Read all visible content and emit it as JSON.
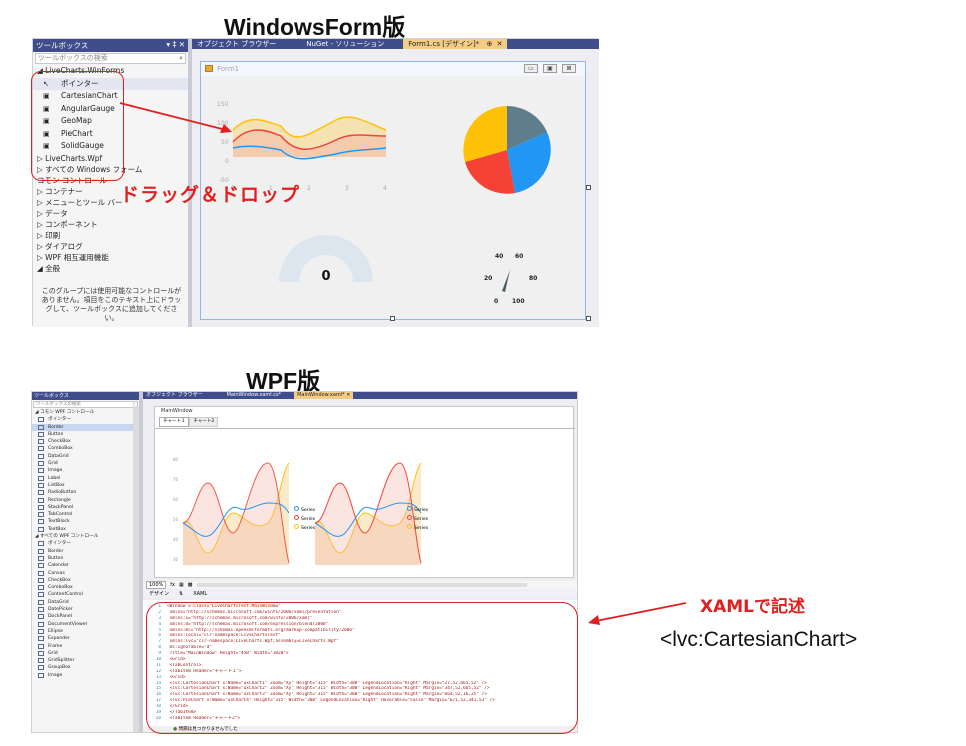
{
  "titles": {
    "winforms": "WindowsForm版",
    "wpf": "WPF版"
  },
  "top": {
    "toolbox_title": "ツールボックス",
    "toolbox_pin": "▾ ‡ ✕",
    "toolbox_search_placeholder": "ツールボックスの検索",
    "group_livecharts": "◢ LiveCharts.WinForms",
    "items": [
      "ポインター",
      "CartesianChart",
      "AngularGauge",
      "GeoMap",
      "PieChart",
      "SolidGauge"
    ],
    "groups_after": [
      "▷ LiveCharts.Wpf",
      "▷ すべての Windows フォーム",
      "コモン コントロール",
      "▷ コンテナー",
      "▷ メニューとツール バー",
      "▷ データ",
      "▷ コンポーネント",
      "▷ 印刷",
      "▷ ダイアログ",
      "▷ WPF 相互運用機能",
      "◢ 全般"
    ],
    "empty_note": "このグループには使用可能なコントロールがありません。項目をこのテキスト上にドラッグして、ツールボックスに追加してください。",
    "tabs": [
      "オブジェクト ブラウザー",
      "NuGet - ソリューション",
      "Form1.cs [デザイン]*"
    ],
    "form_title": "Form1",
    "drag_drop": "ドラッグ＆ドロップ",
    "gauge_value": "0",
    "cartesian_ticks_y": [
      "150",
      "100",
      "50",
      "0",
      "-50"
    ],
    "cartesian_ticks_x": [
      "0",
      "1",
      "2",
      "3",
      "4"
    ],
    "angular_labels": [
      "40",
      "60",
      "20",
      "80",
      "0",
      "100"
    ]
  },
  "bottom": {
    "toolbox_title": "ツールボックス",
    "toolbox_search_placeholder": "ツールボックスの検索",
    "group_common": "◢ コモン WPF コントロール",
    "items_common": [
      "ポインター",
      "Border",
      "Button",
      "CheckBox",
      "ComboBox",
      "DataGrid",
      "Grid",
      "Image",
      "Label",
      "ListBox",
      "RadioButton",
      "Rectangle",
      "StackPanel",
      "TabControl",
      "TextBlock",
      "TextBox"
    ],
    "group_all": "◢ すべての WPF コントロール",
    "items_all": [
      "ポインター",
      "Border",
      "Button",
      "Calendar",
      "Canvas",
      "CheckBox",
      "ComboBox",
      "ContentControl",
      "DataGrid",
      "DatePicker",
      "DockPanel",
      "DocumentViewer",
      "Ellipse",
      "Expander",
      "Frame",
      "Grid",
      "GridSplitter",
      "GroupBox",
      "Image"
    ],
    "tabs": [
      "オブジェクト ブラウザー",
      "MainWindow.xaml.cs*",
      "MainWindow.xaml*"
    ],
    "window_title": "MainWindow",
    "inner_tabs": [
      "チャート１",
      "チャート2"
    ],
    "legend": [
      "Series",
      "Series",
      "Series"
    ],
    "chart_ticks_y": [
      "80",
      "70",
      "60",
      "50",
      "40",
      "30"
    ],
    "zoom": "100%",
    "view_tabs": [
      "デザイン",
      "⇅",
      "XAML"
    ],
    "code_lines": [
      "<Window x:Class=\"LiveChartsTest.MainWindow\"",
      "        xmlns=\"http://schemas.microsoft.com/winfx/2006/xaml/presentation\"",
      "        xmlns:x=\"http://schemas.microsoft.com/winfx/2006/xaml\"",
      "        xmlns:d=\"http://schemas.microsoft.com/expression/blend/2008\"",
      "        xmlns:mc=\"http://schemas.openxmlformats.org/markup-compatibility/2006\"",
      "        xmlns:local=\"clr-namespace:LiveChartsTest\"",
      "        xmlns:lvc=\"clr-namespace:LiveCharts.Wpf;assembly=LiveCharts.Wpf\"",
      "        mc:Ignorable=\"d\"",
      "        Title=\"MainWindow\" Height=\"450\" Width=\"1020\">",
      "    <Grid>",
      "        <TabControl>",
      "            <TabItem Header=\"チャート１\">",
      "                <Grid>",
      "                    <lvc:CartesianChart x:Name=\"uxChart1\" Zoom=\"Xy\" Height=\"315\" Width=\"300\" LegendLocation=\"Right\" Margin=\"27,52,665,52\" />",
      "                    <lvc:CartesianChart x:Name=\"uxChart2\" Zoom=\"Xy\" Height=\"315\" Width=\"300\" LegendLocation=\"Right\" Margin=\"347,52,665,52\" />",
      "                    <lvc:CartesianChart x:Name=\"uxChart3\" Zoom=\"Xy\" Height=\"315\" Width=\"300\" LegendLocation=\"Right\" Margin=\"664,52,16,25\" />",
      "                    <lvc:PieChart x:Name=\"uxChart4\" Height=\"315\" Width=\"300\" LegendLocation=\"Right\" Hoverable=\"False\" Margin=\"671,52,341,53\" />",
      "                </Grid>",
      "            </TabItem>",
      "            <TabItem Header=\"チャート2\">"
    ],
    "status": "問題は見つかりませんでした"
  },
  "callouts": {
    "xaml": "XAMLで記述",
    "tag": "<lvc:CartesianChart>"
  },
  "colors": {
    "accent_red": "#e02020",
    "vs_blue": "#3f4d8c",
    "series_blue": "#2196f3",
    "series_red": "#f44336",
    "series_yellow": "#ffc107",
    "series_slate": "#607d8b"
  }
}
